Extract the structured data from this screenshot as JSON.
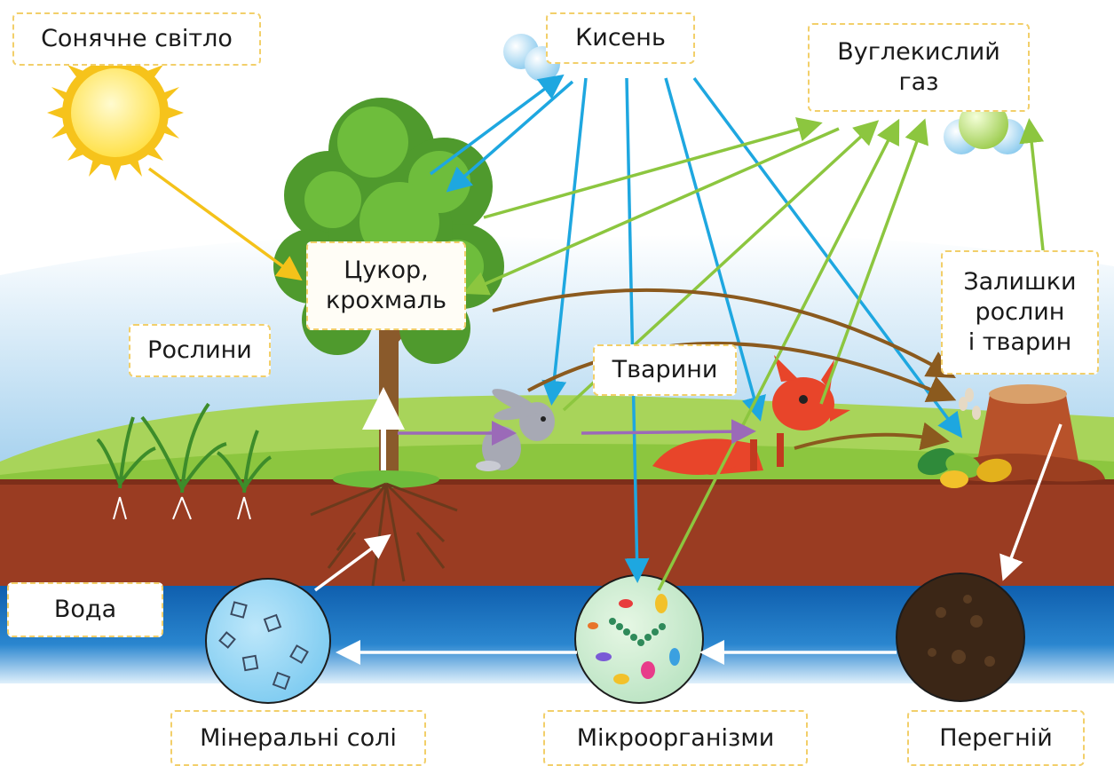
{
  "labels": {
    "sunlight": "Сонячне світло",
    "oxygen": "Кисень",
    "carbon_dioxide": "Вуглекислий\nгаз",
    "sugar_starch": "Цукор,\nкрохмаль",
    "plants": "Рослини",
    "animals": "Тварини",
    "remains": "Залишки\nрослин\nі тварин",
    "water": "Вода",
    "mineral_salts": "Мінеральні солі",
    "microorganisms": "Мікроорганізми",
    "humus": "Перегній"
  },
  "colors": {
    "oxygen_arrow": "#1ea7e0",
    "co2_arrow": "#8cc63f",
    "food_arrow": "#8b5a1e",
    "sun_arrow": "#f4c21a",
    "flow_arrow": "#ffffff",
    "feeding_arrow": "#9b6ab8",
    "soil": "#9a3c22",
    "water": "#1e6fb8",
    "grass": "#8cc63f",
    "label_border": "#f2cf6a"
  }
}
